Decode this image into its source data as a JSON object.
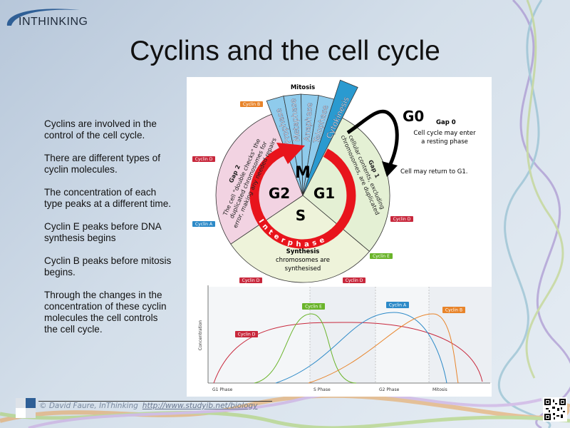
{
  "logo": {
    "text": "INTHINKING"
  },
  "title": "Cyclins and the cell cycle",
  "bullets": [
    "Cyclins are involved in the control of the cell cycle.",
    "There are different types of cyclin molecules.",
    "The concentration of each type peaks at a different time.",
    "Cyclin E peaks before DNA synthesis begins",
    "Cyclin B peaks before mitosis begins.",
    "Through the changes in the concentration of these cyclin molecules the cell controls the cell cycle."
  ],
  "wheel": {
    "mitosis_label": "Mitosis",
    "mitosis_phases": [
      "Prophase",
      "Metaphase",
      "Anaphase",
      "Telophase",
      "Cytokinesis"
    ],
    "m": "M",
    "g1": "G1",
    "g2": "G2",
    "s": "S",
    "interphase": "Interphase",
    "gap2_title": "Gap 2",
    "gap2_lines": [
      "The cell \"double checks\" the",
      "duplicated chromosomes for",
      "error, making any needed repairs"
    ],
    "gap1_title": "Gap 1",
    "gap1_lines": [
      "cellular contents, excluding",
      "chromosomes, are duplicated"
    ],
    "synthesis_title": "Synthesis",
    "synthesis_lines": [
      "chromosomes are",
      "synthesised"
    ],
    "g0": "G0",
    "gap0_title": "Gap 0",
    "gap0_lines": [
      "Cell cycle may enter",
      "a resting phase"
    ],
    "return_text": "Cell may return to G1.",
    "tags": [
      {
        "label": "Cyclin B",
        "color": "#e8842a"
      },
      {
        "label": "Cyclin D",
        "color": "#c8283c"
      },
      {
        "label": "Cyclin A",
        "color": "#2d8ac8"
      },
      {
        "label": "Cyclin D",
        "color": "#c8283c"
      },
      {
        "label": "Cyclin E",
        "color": "#6ab42a"
      },
      {
        "label": "Cyclin D",
        "color": "#c8283c"
      },
      {
        "label": "Cyclin D",
        "color": "#c8283c"
      }
    ]
  },
  "graph": {
    "ylabel": "Concentration",
    "phases": [
      "G1 Phase",
      "S Phase",
      "G2 Phase",
      "Mitosis"
    ],
    "series": [
      {
        "name": "Cyclin D",
        "color": "#c8283c"
      },
      {
        "name": "Cyclin E",
        "color": "#6ab42a"
      },
      {
        "name": "Cyclin A",
        "color": "#2d8ac8"
      },
      {
        "name": "Cyclin B",
        "color": "#e8842a"
      }
    ]
  },
  "footer": {
    "credit": "© David Faure, InThinking",
    "link": "http://www.studyib.net/biology"
  }
}
